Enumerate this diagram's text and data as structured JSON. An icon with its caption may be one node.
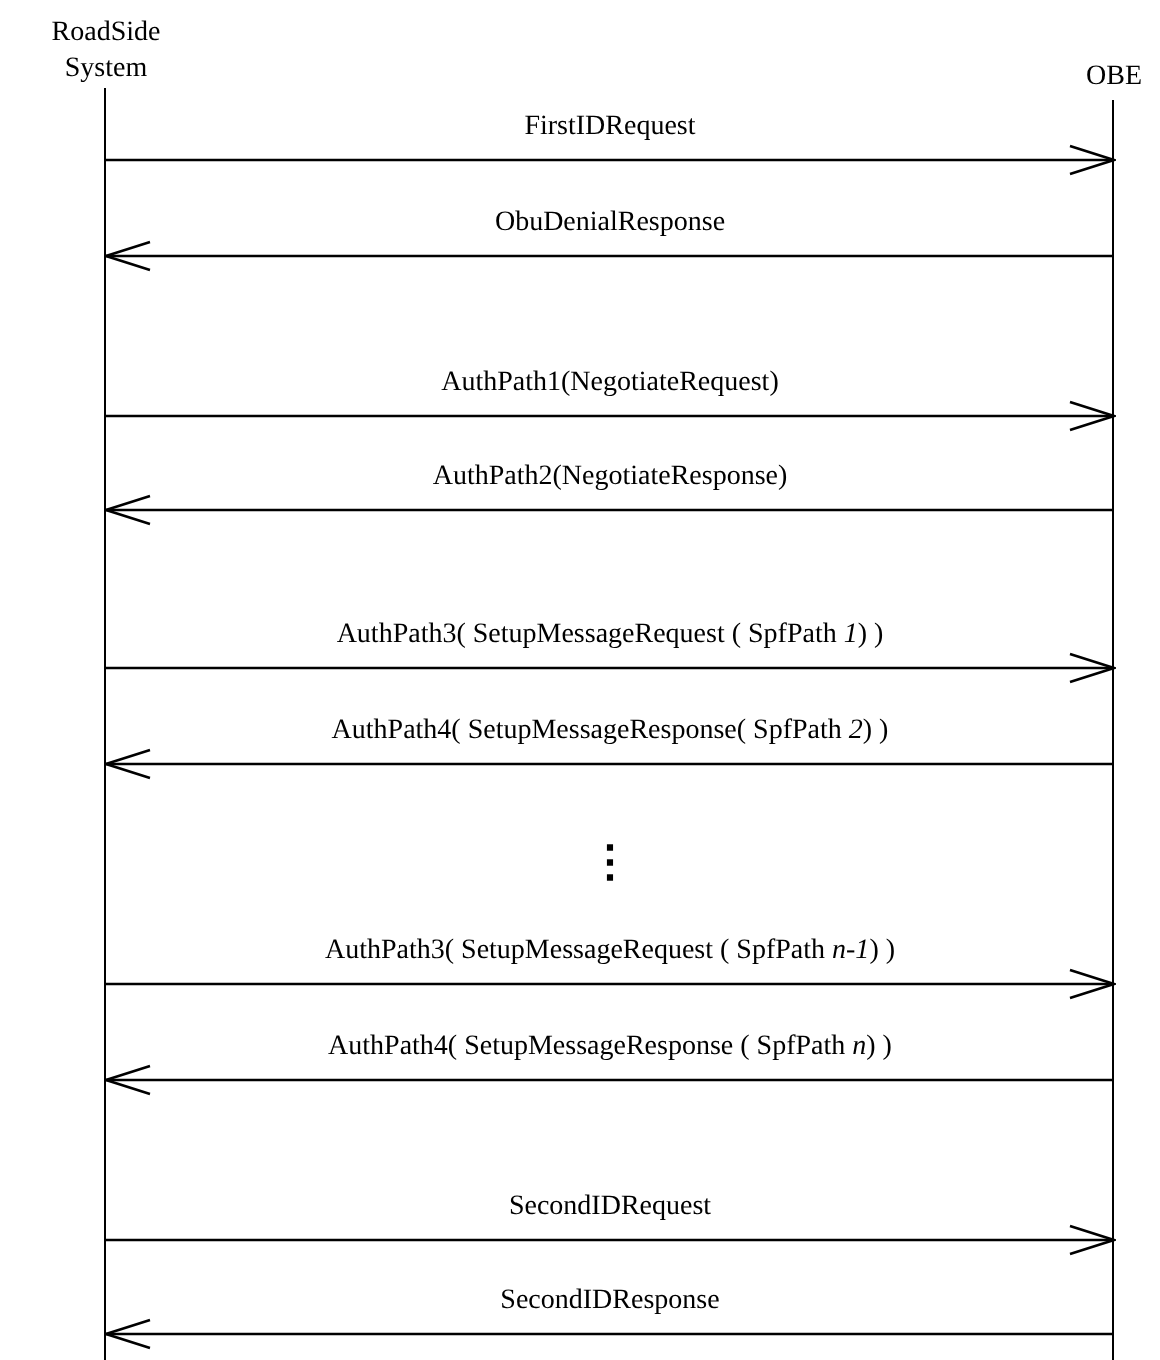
{
  "diagram": {
    "nodes": [
      {
        "text": [
          "RoadSide System"
        ]
      },
      {
        "text": [
          "OBE"
        ]
      }
    ],
    "edges": [
      {
        "from": 0,
        "to": 1,
        "arrow": "to",
        "label": "FirstIDRequest"
      },
      {
        "from": 1,
        "to": 0,
        "arrow": "to",
        "label": "ObuDenialResponse"
      },
      {
        "from": 0,
        "to": 1,
        "arrow": "to",
        "label": "AuthPath1(NegotiateRequest)"
      },
      {
        "from": 1,
        "to": 0,
        "arrow": "to",
        "label": "AuthPath2(NegotiateResponse)"
      },
      {
        "from": 0,
        "to": 1,
        "arrow": "to",
        "label": "AuthPath3( SetupMessageRequest ( SpfPath *1*) )"
      },
      {
        "from": 1,
        "to": 0,
        "arrow": "to",
        "label": "AuthPath4( SetupMessageResponse( SpfPath *2*) )"
      },
      {
        "from": 0,
        "to": 1,
        "arrow": "to",
        "label": "AuthPath3( SetupMessageRequest ( SpfPath *n-1*) )"
      },
      {
        "from": 1,
        "to": 0,
        "arrow": "to",
        "label": "AuthPath4( SetupMessageResponse ( SpfPath *n*) )"
      },
      {
        "from": 0,
        "to": 1,
        "arrow": "to",
        "label": "SecondIDRequest"
      },
      {
        "from": 1,
        "to": 0,
        "arrow": "to",
        "label": "SecondIDResponse"
      }
    ],
    "labels": [
      "⋮"
    ]
  }
}
